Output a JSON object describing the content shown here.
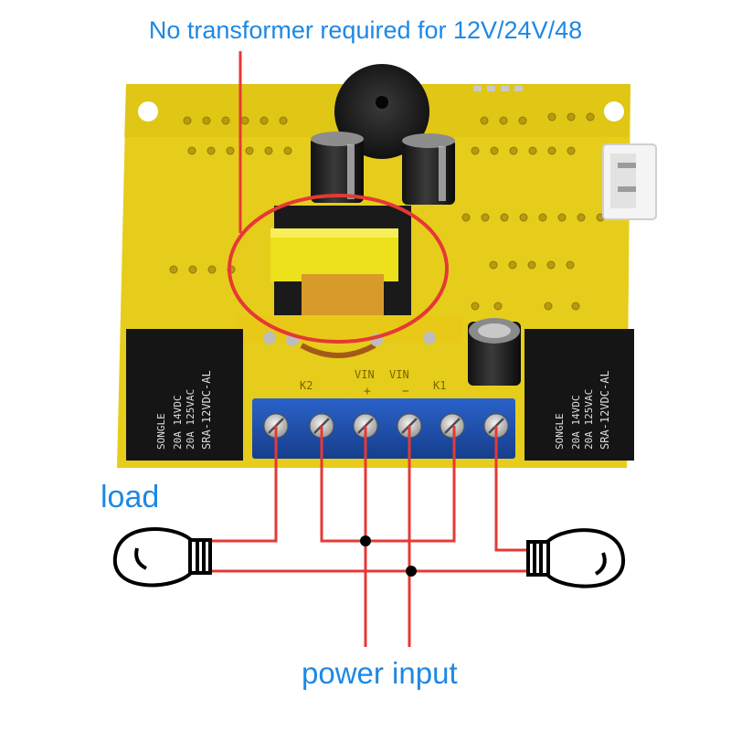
{
  "annotations": {
    "title": "No transformer required for 12V/24V/48",
    "load_label": "load",
    "power_label": "power input"
  },
  "board": {
    "terminal_labels": {
      "k2": "K2",
      "k1": "K1",
      "vin_left": "VIN",
      "vin_right": "VIN",
      "plus": "+",
      "minus": "−"
    },
    "relay_left": {
      "brand": "SONGLE",
      "line1": "20A 14VDC",
      "line2": "20A 125VAC",
      "model": "SRA-12VDC-AL"
    },
    "relay_right": {
      "brand": "SONGLE",
      "line1": "20A 14VDC",
      "line2": "20A 125VAC",
      "model": "SRA-12VDC-AL"
    }
  },
  "colors": {
    "annotation_text": "#1e88e5",
    "wire": "#e53935",
    "highlight_circle": "#e53935",
    "pcb": "#e8cf1c",
    "terminal_block": "#1e4fae",
    "relay": "#151515",
    "load_icon": "#000000"
  },
  "icons": [
    "lightbulb-icon",
    "lightbulb-icon"
  ]
}
